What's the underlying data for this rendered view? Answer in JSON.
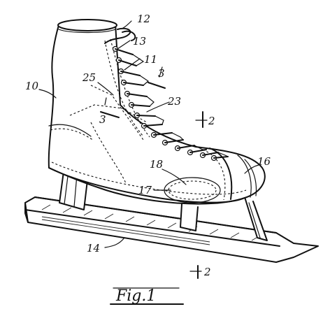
{
  "figure": {
    "caption": "Fig.1",
    "refs": {
      "r10": "10",
      "r11": "11",
      "r12": "12",
      "r13": "13",
      "r14": "14",
      "r16": "16",
      "r17": "17",
      "r18": "18",
      "r23": "23",
      "r25": "25",
      "r3a": "3",
      "r3b": "3",
      "r2a": "2",
      "r2b": "2"
    }
  }
}
